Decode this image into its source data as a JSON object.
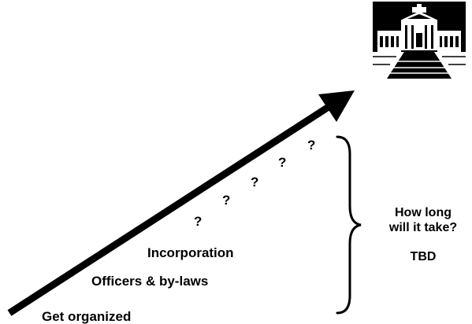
{
  "steps": [
    "Get organized",
    "Officers & by-laws",
    "Incorporation"
  ],
  "unknown_steps": [
    "?",
    "?",
    "?",
    "?",
    "?"
  ],
  "question": {
    "line1": "How long",
    "line2": "will it take?"
  },
  "answer": "TBD",
  "goal_image": {
    "icon": "courthouse-icon",
    "background": "#000000"
  }
}
